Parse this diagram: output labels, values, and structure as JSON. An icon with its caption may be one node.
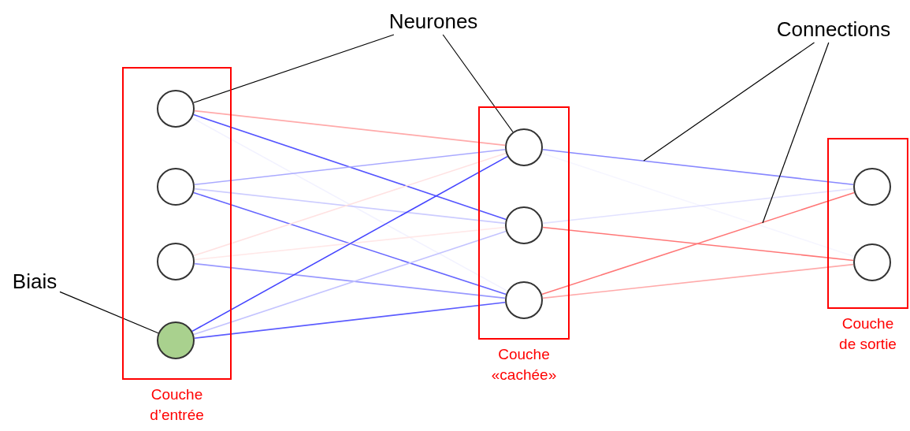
{
  "diagram": {
    "nodes": [
      {
        "text": [
          "Couche d’entrée"
        ]
      },
      {
        "text": [],
        "shape": "circle",
        "in": 0
      },
      {
        "text": [],
        "shape": "circle",
        "in": 0
      },
      {
        "text": [],
        "shape": "circle",
        "in": 0
      },
      {
        "text": [],
        "shape": "circle",
        "in": 0
      },
      {
        "text": [
          "Couche «cachée»"
        ]
      },
      {
        "text": [],
        "shape": "circle",
        "in": 5
      },
      {
        "text": [],
        "shape": "circle",
        "in": 5
      },
      {
        "text": [],
        "shape": "circle",
        "in": 5
      },
      {
        "text": [
          "Couche de sortie"
        ]
      },
      {
        "text": [],
        "shape": "circle",
        "in": 9
      },
      {
        "text": [],
        "shape": "circle",
        "in": 9
      },
      {
        "text": [
          "Neurones"
        ]
      },
      {
        "text": [
          "Connections"
        ]
      },
      {
        "text": [
          "Biais"
        ]
      }
    ],
    "edges": [
      {
        "from": 1,
        "to": 6,
        "arrow": "none",
        "color": "#ffaaaa"
      },
      {
        "from": 1,
        "to": 7,
        "arrow": "none",
        "color": "#5555ff"
      },
      {
        "from": 1,
        "to": 8,
        "arrow": "none",
        "color": "#f2f2ff"
      },
      {
        "from": 2,
        "to": 6,
        "arrow": "none",
        "color": "#aaaaff"
      },
      {
        "from": 2,
        "to": 7,
        "arrow": "none",
        "color": "#ccccff"
      },
      {
        "from": 2,
        "to": 8,
        "arrow": "none",
        "color": "#6666ff"
      },
      {
        "from": 3,
        "to": 6,
        "arrow": "none",
        "color": "#ffe2e2"
      },
      {
        "from": 3,
        "to": 7,
        "arrow": "none",
        "color": "#ffe8e8"
      },
      {
        "from": 3,
        "to": 8,
        "arrow": "none",
        "color": "#9999ff"
      },
      {
        "from": 4,
        "to": 6,
        "arrow": "none",
        "color": "#4444ff"
      },
      {
        "from": 4,
        "to": 7,
        "arrow": "none",
        "color": "#c4c4ff"
      },
      {
        "from": 4,
        "to": 8,
        "arrow": "none",
        "color": "#5c5cff"
      },
      {
        "from": 6,
        "to": 10,
        "arrow": "none",
        "color": "#8888ff"
      },
      {
        "from": 6,
        "to": 11,
        "arrow": "none",
        "color": "#f6f6ff"
      },
      {
        "from": 7,
        "to": 10,
        "arrow": "none",
        "color": "#e2e2ff"
      },
      {
        "from": 7,
        "to": 11,
        "arrow": "none",
        "color": "#ff7777"
      },
      {
        "from": 8,
        "to": 10,
        "arrow": "none",
        "color": "#ff7777"
      },
      {
        "from": 8,
        "to": 11,
        "arrow": "none",
        "color": "#ffaaaa"
      },
      {
        "from": 12,
        "to": 1,
        "arrow": "none",
        "color": "#000000"
      },
      {
        "from": 12,
        "to": 6,
        "arrow": "none",
        "color": "#000000"
      },
      {
        "from": 13,
        "to": null,
        "arrow": "none",
        "color": "#000000"
      },
      {
        "from": 13,
        "to": null,
        "arrow": "none",
        "color": "#000000"
      },
      {
        "from": 14,
        "to": 4,
        "arrow": "none",
        "color": "#000000"
      }
    ]
  }
}
